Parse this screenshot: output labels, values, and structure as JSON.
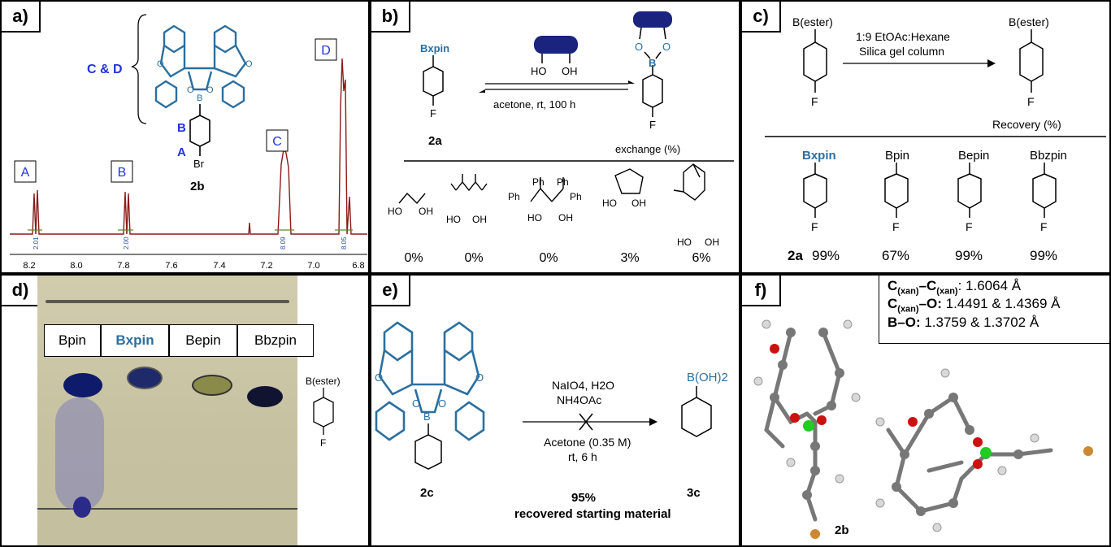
{
  "colors": {
    "accent": "#2b6fa0",
    "spectrum": "#8b1a1a",
    "label_blue": "#2233dd",
    "navy": "#1a237e"
  },
  "panel_a": {
    "label": "a)",
    "peak_labels": [
      "A",
      "B",
      "C",
      "D"
    ],
    "brace_label": "C & D",
    "structure_labels": {
      "b": "B",
      "a": "A",
      "br": "Br",
      "compound": "2b"
    },
    "integrals": [
      "2.01",
      "2.00",
      "8.09",
      "8.05"
    ],
    "axis_ticks": [
      "8.2",
      "8.0",
      "7.8",
      "7.6",
      "7.4",
      "7.2",
      "7.0",
      "6.8"
    ]
  },
  "panel_b": {
    "label": "b)",
    "bxpin": "Bxpin",
    "f": "F",
    "compound": "2a",
    "ho": "HO",
    "oh": "OH",
    "conditions": "acetone, rt, 100 h",
    "exchange": "exchange (%)",
    "diol_labels": {
      "ph": "Ph"
    },
    "exchange_values": [
      "0%",
      "0%",
      "0%",
      "3%",
      "6%"
    ]
  },
  "panel_c": {
    "label": "c)",
    "ester": "B(ester)",
    "f": "F",
    "conditions_1": "1:9 EtOAc:Hexane",
    "conditions_2": "Silica gel column",
    "recovery": "Recovery (%)",
    "esters": [
      {
        "name": "Bxpin",
        "value": "99%",
        "prefix": "2a"
      },
      {
        "name": "Bpin",
        "value": "67%"
      },
      {
        "name": "Bepin",
        "value": "99%"
      },
      {
        "name": "Bbzpin",
        "value": "99%"
      }
    ]
  },
  "panel_d": {
    "label": "d)",
    "lanes": [
      "Bpin",
      "Bxpin",
      "Bepin",
      "Bbzpin"
    ],
    "ester": "B(ester)",
    "f": "F"
  },
  "panel_e": {
    "label": "e)",
    "b": "B",
    "o": "O",
    "reagents_1": "NaIO4, H2O",
    "reagents_2": "NH4OAc",
    "solvent": "Acetone (0.35 M)",
    "time": "rt, 6 h",
    "product": "B(OH)2",
    "start_compound": "2c",
    "product_compound": "3c",
    "yield": "95%",
    "yield_note": "recovered starting material"
  },
  "panel_f": {
    "label": "f)",
    "bond_1_value": ": 1.6064  Å",
    "bond_2_value": " 1.4491 & 1.4369 Å",
    "bond_3_label": "B–O:",
    "bond_3_value": " 1.3759 & 1.3702 Å",
    "compound": "2b"
  }
}
